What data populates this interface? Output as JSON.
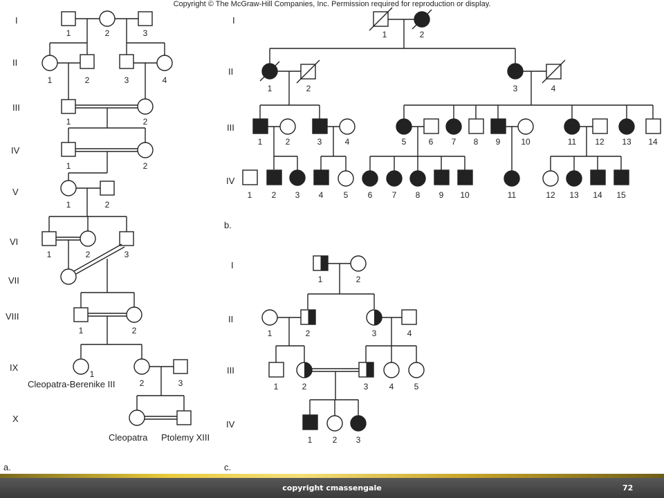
{
  "header": {
    "copyright": "Copyright © The McGraw-Hill Companies, Inc. Permission required for reproduction or display."
  },
  "footer": {
    "text": "copyright cmassengale",
    "page": "72"
  },
  "panels": {
    "a": {
      "label": "a.",
      "generations": [
        "I",
        "II",
        "III",
        "IV",
        "V",
        "VI",
        "VII",
        "VIII",
        "IX",
        "X"
      ],
      "numbers": [
        "1",
        "2",
        "3",
        "1",
        "2",
        "3",
        "4",
        "1",
        "2",
        "1",
        "2",
        "1",
        "2",
        "1",
        "2",
        "3",
        "1",
        "2",
        "1",
        "2",
        "3"
      ],
      "names": [
        "Cleopatra-Berenike III",
        "Cleopatra",
        "Ptolemy XIII"
      ]
    },
    "b": {
      "label": "b.",
      "generations": [
        "I",
        "II",
        "III",
        "IV"
      ],
      "numbers": [
        "1",
        "2",
        "1",
        "2",
        "3",
        "4",
        "1",
        "2",
        "3",
        "4",
        "5",
        "6",
        "7",
        "8",
        "9",
        "10",
        "11",
        "12",
        "13",
        "14",
        "1",
        "2",
        "3",
        "4",
        "5",
        "6",
        "7",
        "8",
        "9",
        "10",
        "11",
        "12",
        "13",
        "14",
        "15"
      ]
    },
    "c": {
      "label": "c.",
      "generations": [
        "I",
        "II",
        "III",
        "IV"
      ],
      "numbers": [
        "1",
        "2",
        "1",
        "2",
        "3",
        "4",
        "1",
        "2",
        "3",
        "4",
        "5",
        "1",
        "2",
        "3"
      ]
    }
  }
}
